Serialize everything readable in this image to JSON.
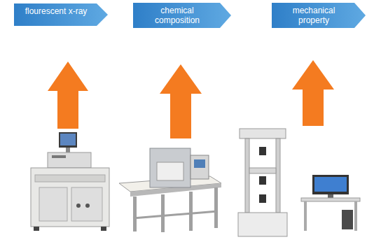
{
  "diagram": {
    "nodes": [
      {
        "text": [
          "flourescent x-ray"
        ]
      },
      {
        "text": [
          "chemical composition"
        ]
      },
      {
        "text": [
          "mechanical property"
        ]
      }
    ]
  }
}
